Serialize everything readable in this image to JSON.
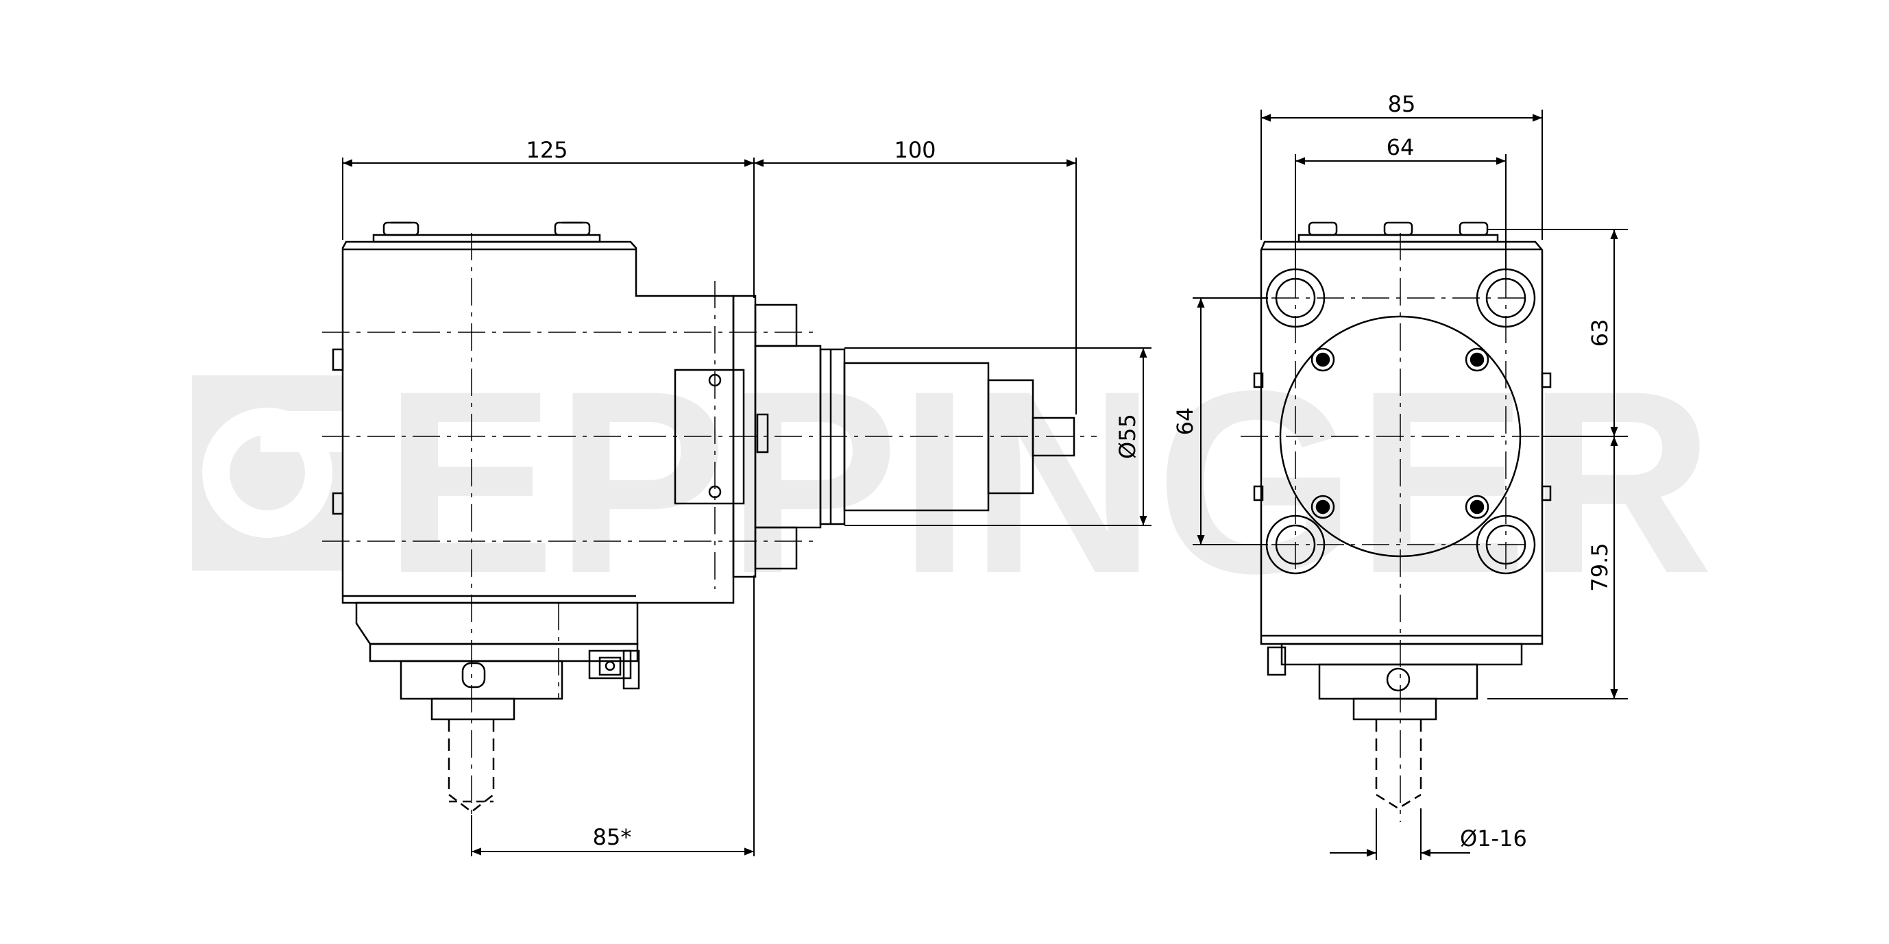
{
  "watermark": {
    "brand": "EPPINGER",
    "color": "#ececec"
  },
  "colors": {
    "line": "#000000",
    "background": "#ffffff"
  },
  "side_view": {
    "dims": {
      "width_body": "125",
      "length_spindle": "100",
      "diameter_shank": "Ø55",
      "offset_bottom": "85*"
    }
  },
  "front_view": {
    "dims": {
      "width_total": "85",
      "bolt_spacing_horizontal": "64",
      "bolt_spacing_vertical": "64",
      "height_upper": "63",
      "height_lower": "79.5",
      "collet_range": "Ø1-16"
    }
  }
}
